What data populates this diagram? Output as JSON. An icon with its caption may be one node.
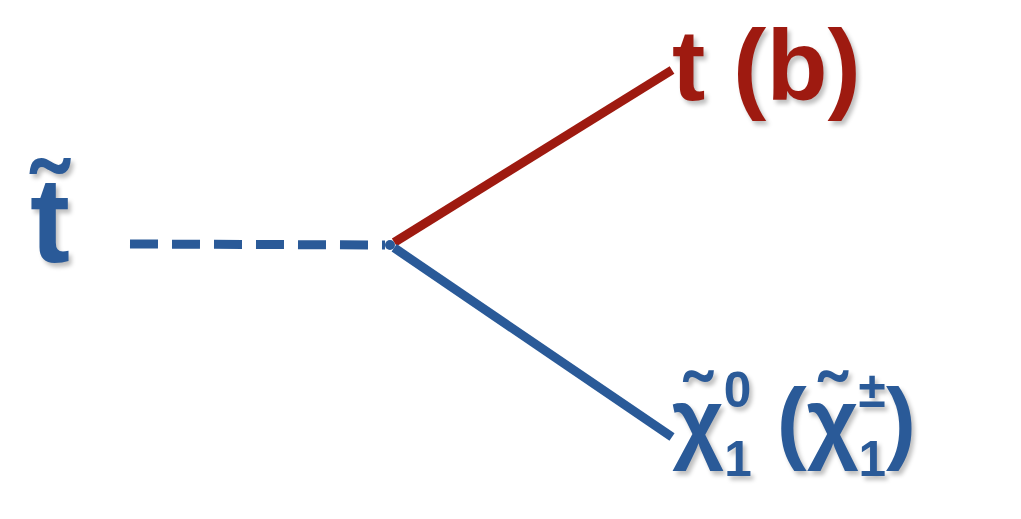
{
  "diagram": {
    "nodes": [
      {
        "text": [
          "t̃"
        ]
      },
      {
        "text": [],
        "shape": "point"
      },
      {
        "text": [
          "t (b)"
        ]
      },
      {
        "text": [
          "χ̃$^{0}$$_{1}$ (χ̃$^{±}$$_{1}$)"
        ]
      }
    ],
    "edges": [
      {
        "from": 0,
        "to": 1,
        "arrow": "none",
        "style": "dashed"
      },
      {
        "from": 1,
        "to": 2,
        "arrow": "none",
        "color": "#9e1a10"
      },
      {
        "from": 1,
        "to": 3,
        "arrow": "none"
      }
    ]
  }
}
